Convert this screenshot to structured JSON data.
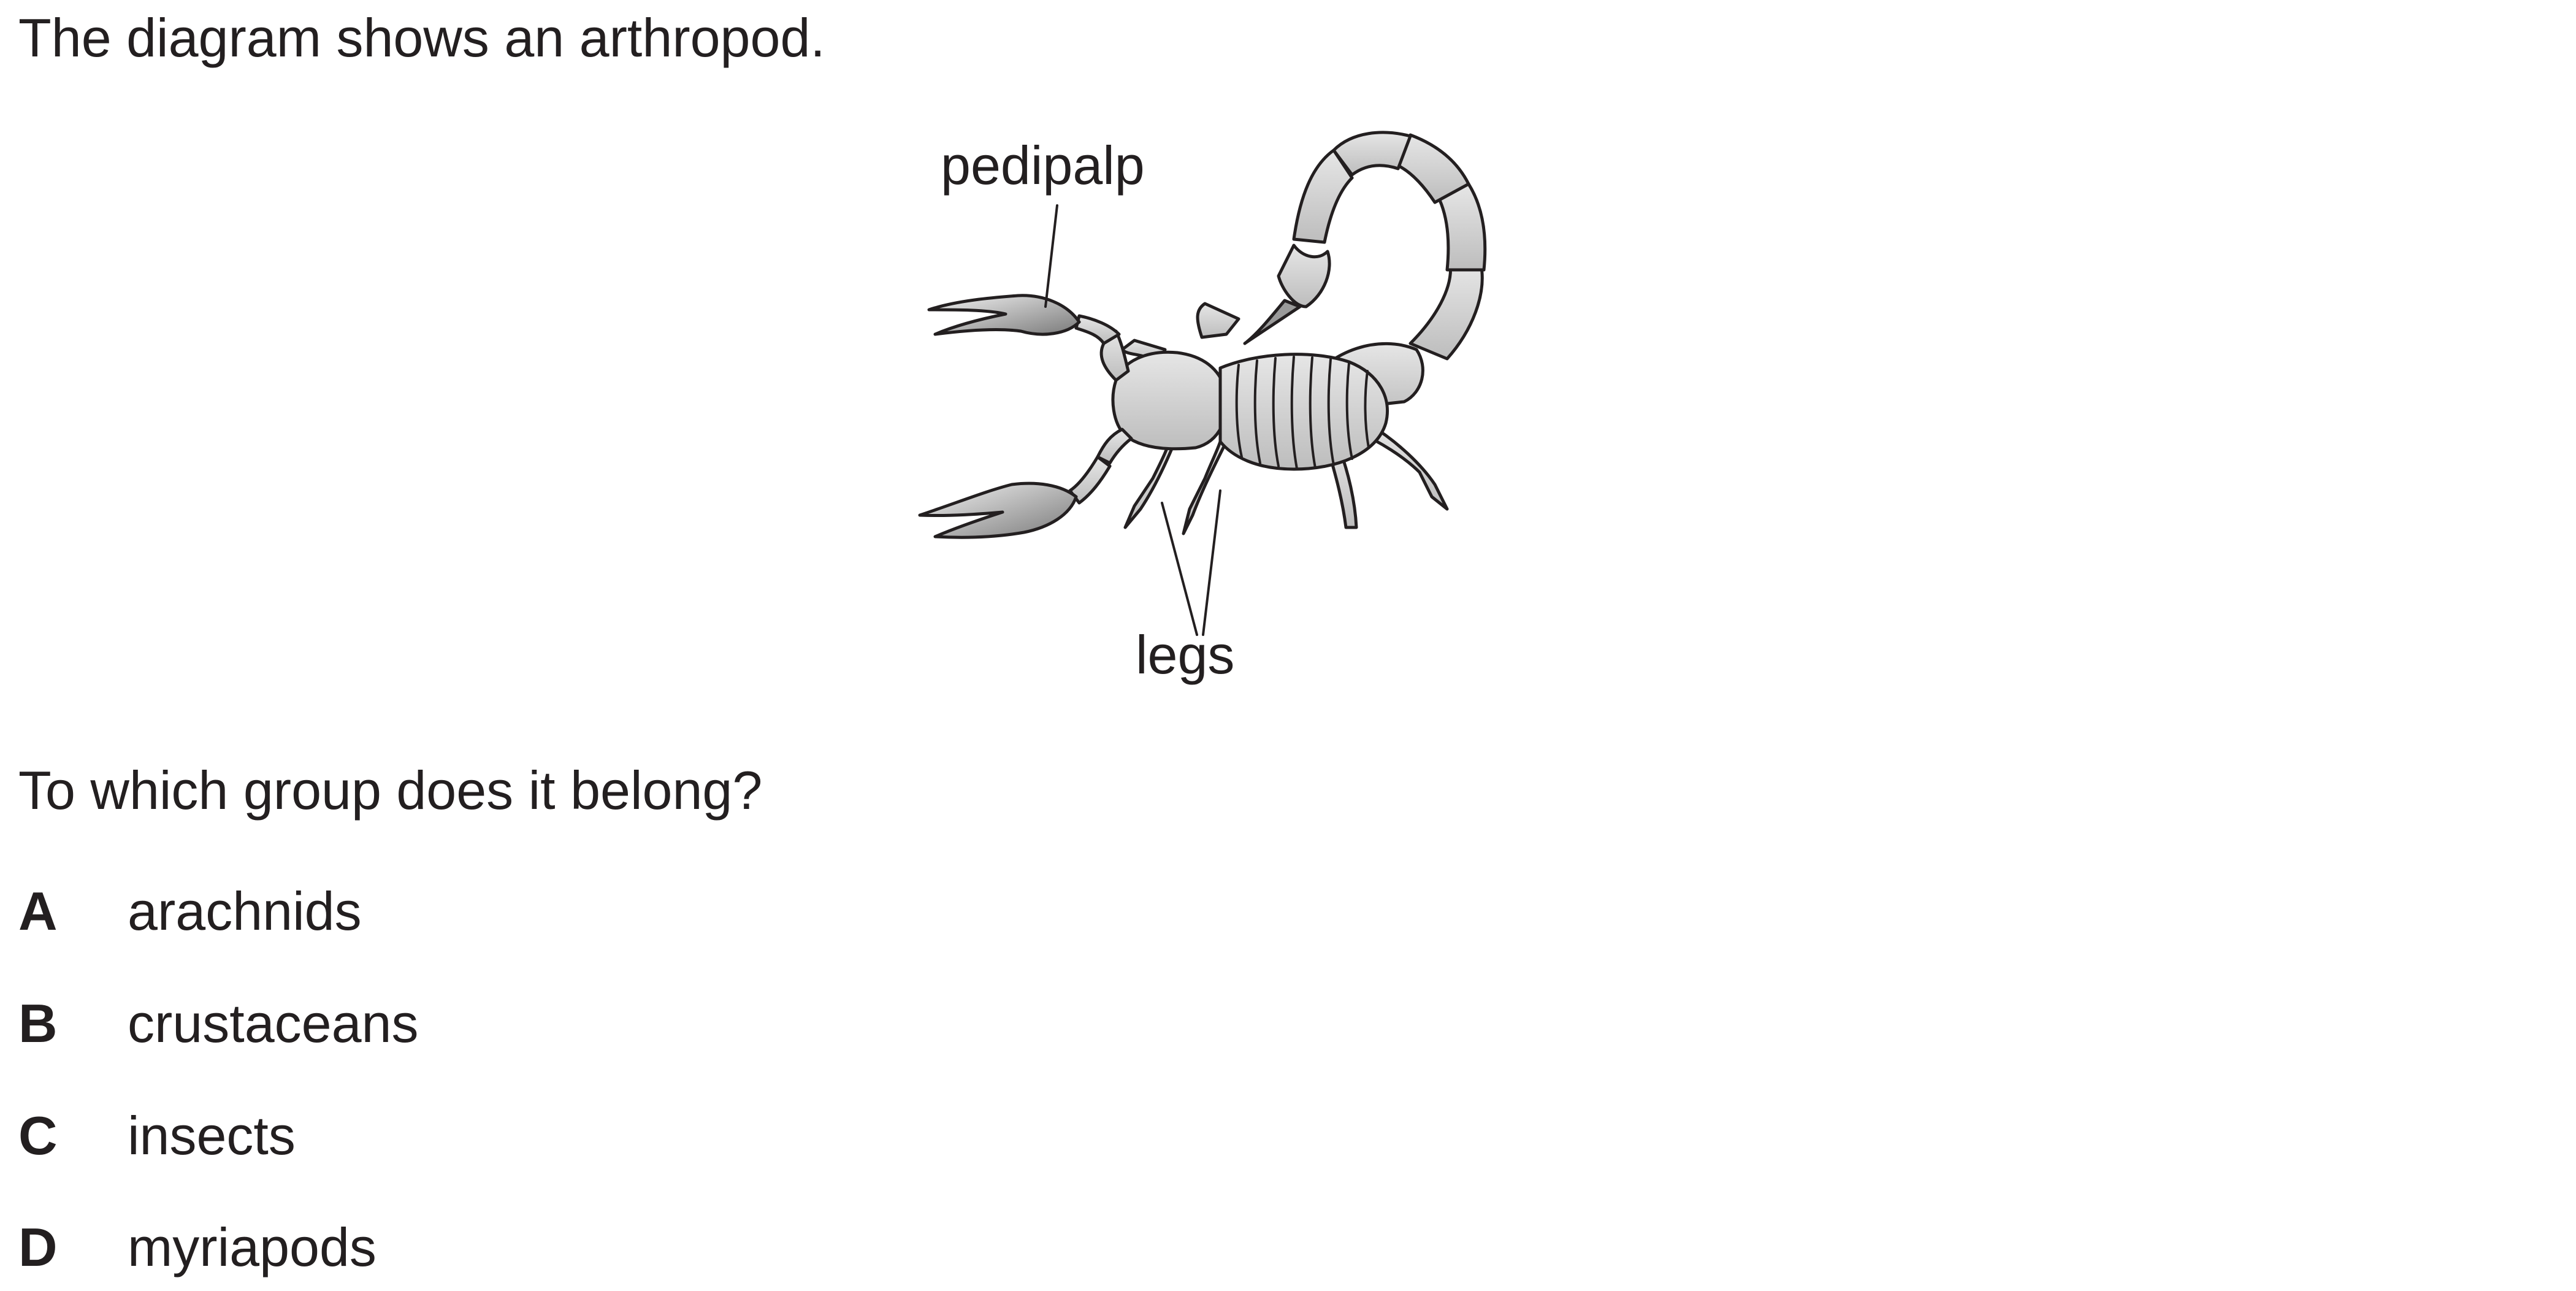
{
  "question": {
    "intro": "The diagram shows an arthropod.",
    "prompt": "To which group does it belong?"
  },
  "diagram": {
    "subject": "scorpion",
    "labels": {
      "pedipalp": "pedipalp",
      "legs": "legs"
    }
  },
  "options": [
    {
      "letter": "A",
      "text": "arachnids"
    },
    {
      "letter": "B",
      "text": "crustaceans"
    },
    {
      "letter": "C",
      "text": "insects"
    },
    {
      "letter": "D",
      "text": "myriapods"
    }
  ]
}
